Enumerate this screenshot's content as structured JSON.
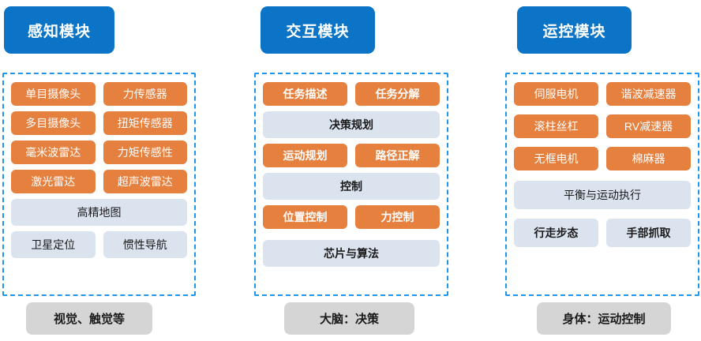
{
  "theme": {
    "header_blue": "#0b74c6",
    "pill_orange": "#e5803f",
    "pill_lightblue": "#dbe3ef",
    "dashed_border": "#2196e8",
    "footer_gray": "#d5d5d5",
    "page_background": "#ffffff"
  },
  "columns": [
    {
      "id": "perception",
      "header": "感知模块",
      "footer": "视觉、触觉等",
      "rows": [
        {
          "cells": [
            {
              "label": "单目摄像头",
              "style": "orange"
            },
            {
              "label": "力传感器",
              "style": "orange"
            }
          ]
        },
        {
          "cells": [
            {
              "label": "多目摄像头",
              "style": "orange"
            },
            {
              "label": "扭矩传感器",
              "style": "orange"
            }
          ]
        },
        {
          "cells": [
            {
              "label": "毫米波雷达",
              "style": "orange"
            },
            {
              "label": "力矩传感性",
              "style": "orange"
            }
          ]
        },
        {
          "cells": [
            {
              "label": "激光雷达",
              "style": "orange"
            },
            {
              "label": "超声波雷达",
              "style": "orange"
            }
          ]
        },
        {
          "cells": [
            {
              "label": "高精地图",
              "style": "lightblue"
            }
          ]
        },
        {
          "cells": [
            {
              "label": "卫星定位",
              "style": "lightblue"
            },
            {
              "label": "惯性导航",
              "style": "lightblue"
            }
          ]
        }
      ]
    },
    {
      "id": "interaction",
      "header": "交互模块",
      "footer": "大脑：决策",
      "rows": [
        {
          "cells": [
            {
              "label": "任务描述",
              "style": "orange"
            },
            {
              "label": "任务分解",
              "style": "orange"
            }
          ]
        },
        {
          "cells": [
            {
              "label": "决策规划",
              "style": "lightblue"
            }
          ]
        },
        {
          "cells": [
            {
              "label": "运动规划",
              "style": "orange"
            },
            {
              "label": "路径正解",
              "style": "orange"
            }
          ]
        },
        {
          "cells": [
            {
              "label": "控制",
              "style": "lightblue"
            }
          ]
        },
        {
          "cells": [
            {
              "label": "位置控制",
              "style": "orange"
            },
            {
              "label": "力控制",
              "style": "orange"
            }
          ]
        },
        {
          "gap": true,
          "cells": [
            {
              "label": "芯片与算法",
              "style": "lightblue"
            }
          ]
        }
      ]
    },
    {
      "id": "motion-control",
      "header": "运控模块",
      "footer": "身体：运动控制",
      "rows": [
        {
          "cells": [
            {
              "label": "伺服电机",
              "style": "orange"
            },
            {
              "label": "谐波减速器",
              "style": "orange"
            }
          ]
        },
        {
          "cells": [
            {
              "label": "滚柱丝杠",
              "style": "orange"
            },
            {
              "label": "RV减速器",
              "style": "orange"
            }
          ]
        },
        {
          "cells": [
            {
              "label": "无框电机",
              "style": "orange"
            },
            {
              "label": "棉麻器",
              "style": "orange"
            }
          ]
        },
        {
          "cells": [
            {
              "label": "平衡与运动执行",
              "style": "lightblue"
            }
          ]
        },
        {
          "cells": [
            {
              "label": "行走步态",
              "style": "lightblue"
            },
            {
              "label": "手部抓取",
              "style": "lightblue"
            }
          ]
        }
      ]
    }
  ]
}
